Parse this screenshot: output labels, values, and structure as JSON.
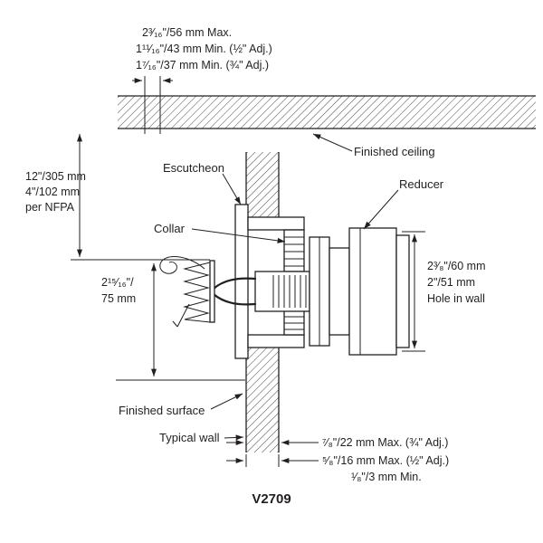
{
  "title_block": {
    "drawing_number": "V2709"
  },
  "colors": {
    "background": "#ffffff",
    "line_color": "#231f20",
    "hatch_color": "#4a4a4a"
  },
  "labels": {
    "finished_ceiling": "Finished ceiling",
    "escutcheon": "Escutcheon",
    "collar": "Collar",
    "reducer": "Reducer",
    "finished_surface": "Finished surface",
    "typical_wall": "Typical wall"
  },
  "dimensions": {
    "top": {
      "line1": "2³⁄₁₆\"/56 mm Max.",
      "line2": "1¹¹⁄₁₆\"/43 mm Min. (½\" Adj.)",
      "line3": "1⁷⁄₁₆\"/37 mm Min. (¾\" Adj.)"
    },
    "ceiling_to_deflector": {
      "line1": "12\"/305 mm",
      "line2": "4\"/102 mm",
      "line3": "per NFPA"
    },
    "deflector_height": {
      "line1": "2¹⁵⁄₁₆\"/",
      "line2": "75 mm"
    },
    "hole_in_wall": {
      "line1": "2³⁄₈\"/60 mm",
      "line2": "2\"/51 mm",
      "line3": "Hole in wall"
    },
    "bottom": {
      "line1": "⁷⁄₈\"/22 mm Max. (¾\" Adj.)",
      "line2": "⁵⁄₈\"/16 mm Max. (½\" Adj.)",
      "line3": "¹⁄₈\"/3 mm Min."
    }
  }
}
